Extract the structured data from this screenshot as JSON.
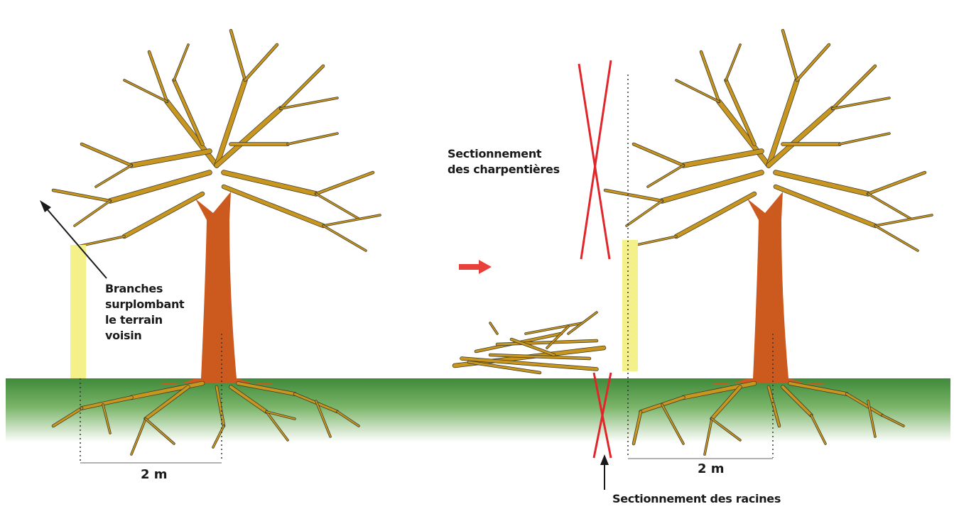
{
  "labels": {
    "branches_overhanging": [
      "Branches",
      "surplombant",
      "le terrain",
      "voisin"
    ],
    "limb_cutting": [
      "Sectionnement",
      "des charpentières"
    ],
    "root_cutting": "Sectionnement des racines",
    "distance_left": "2 m",
    "distance_right": "2 m"
  },
  "colors": {
    "trunk": "#cc5a1e",
    "branch": "#c8951e",
    "branch_outline": "#3a3a2a",
    "grass_top": "#3f8a3a",
    "grass_bottom": "#d7ead0",
    "cut_mark": "#e0262a",
    "arrow": "#e8403a",
    "highlight": "#f4f08a"
  },
  "icons": [
    "cut-cross-icon",
    "arrow-right-icon",
    "pointer-arrow-icon"
  ]
}
